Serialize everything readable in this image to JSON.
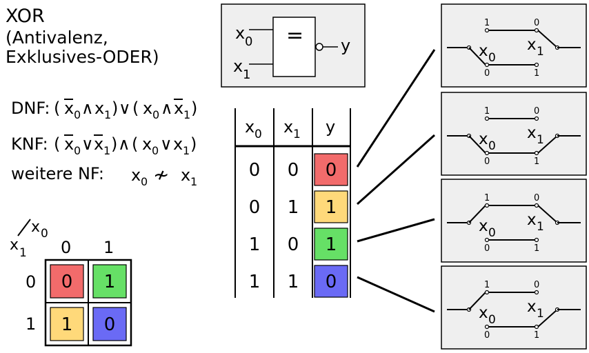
{
  "title": "XOR",
  "subtitle_1": "(Antivalenz,",
  "subtitle_2": "Exklusives-ODER)",
  "formulas": {
    "dnf_label": "DNF:",
    "knf_label": "KNF:",
    "other_label": "weitere NF:"
  },
  "symbols": {
    "x": "x",
    "sub0": "0",
    "sub1": "1",
    "and": "∧",
    "or": "∨",
    "lparen": "(",
    "rparen": ")",
    "nequiv": "≁"
  },
  "gate": {
    "symbol": "=",
    "input_0": "x",
    "input_0_sub": "0",
    "input_1": "x",
    "input_1_sub": "1",
    "output": "y"
  },
  "truth_table": {
    "headers": [
      {
        "main": "x",
        "sub": "0"
      },
      {
        "main": "x",
        "sub": "1"
      },
      {
        "main": "y",
        "sub": ""
      }
    ],
    "rows": [
      {
        "x0": "0",
        "x1": "0",
        "y": "0",
        "color": "#f26b6b"
      },
      {
        "x0": "0",
        "x1": "1",
        "y": "1",
        "color": "#ffd97a"
      },
      {
        "x0": "1",
        "x1": "0",
        "y": "1",
        "color": "#66e066"
      },
      {
        "x0": "1",
        "x1": "1",
        "y": "0",
        "color": "#6a6af5"
      }
    ]
  },
  "kmap": {
    "row_var": "x",
    "row_var_sub": "1",
    "col_var": "x",
    "col_var_sub": "0",
    "col_headers": [
      "0",
      "1"
    ],
    "row_headers": [
      "0",
      "1"
    ],
    "cells": [
      [
        {
          "v": "0",
          "color": "#f26b6b"
        },
        {
          "v": "1",
          "color": "#66e066"
        }
      ],
      [
        {
          "v": "1",
          "color": "#ffd97a"
        },
        {
          "v": "0",
          "color": "#6a6af5"
        }
      ]
    ]
  },
  "switch_panels": {
    "top_mark_0": "1",
    "top_mark_1": "0",
    "bot_mark_0": "0",
    "bot_mark_1": "1",
    "var_0": "x",
    "var_0_sub": "0",
    "var_1": "x",
    "var_1_sub": "1"
  },
  "colors": {
    "panel_bg": "#efefef",
    "red": "#f26b6b",
    "yellow": "#ffd97a",
    "green": "#66e066",
    "blue": "#6a6af5"
  }
}
